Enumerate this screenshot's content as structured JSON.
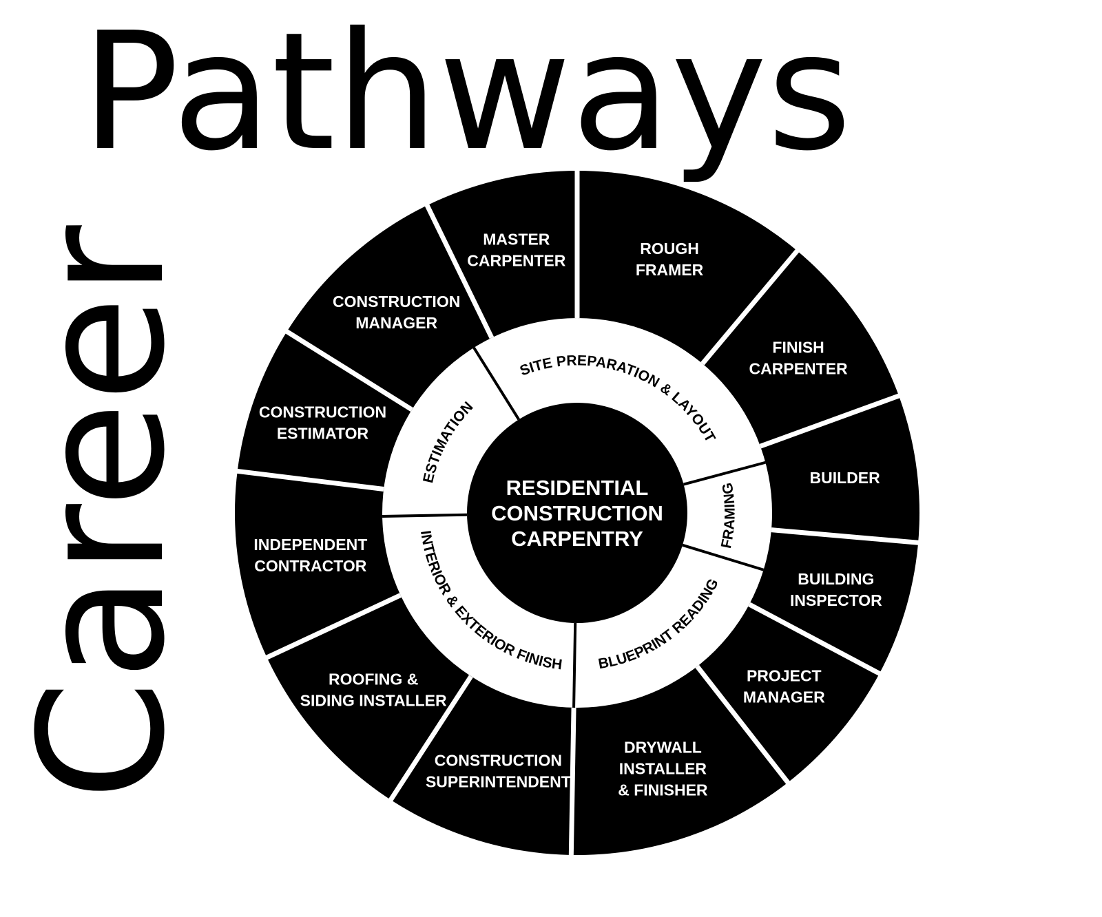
{
  "title": {
    "vertical": "Career",
    "horizontal": "Pathways"
  },
  "colors": {
    "background": "#ffffff",
    "ink": "#000000"
  },
  "center": {
    "lines": [
      "RESIDENTIAL",
      "CONSTRUCTION",
      "CARPENTRY"
    ]
  },
  "skills": [
    {
      "label": "SITE PREPARATION & LAYOUT"
    },
    {
      "label": "FRAMING"
    },
    {
      "label": "BLUEPRINT READING"
    },
    {
      "label": "INTERIOR & EXTERIOR FINISH"
    },
    {
      "label": "ESTIMATION"
    }
  ],
  "careers": [
    {
      "lines": [
        "ROUGH",
        "FRAMER"
      ]
    },
    {
      "lines": [
        "FINISH",
        "CARPENTER"
      ]
    },
    {
      "lines": [
        "BUILDER"
      ]
    },
    {
      "lines": [
        "BUILDING",
        "INSPECTOR"
      ]
    },
    {
      "lines": [
        "PROJECT",
        "MANAGER"
      ]
    },
    {
      "lines": [
        "DRYWALL",
        "INSTALLER",
        "& FINISHER"
      ]
    },
    {
      "lines": [
        "CONSTRUCTION",
        "SUPERINTENDENT"
      ]
    },
    {
      "lines": [
        "ROOFING &",
        "SIDING INSTALLER"
      ]
    },
    {
      "lines": [
        "INDEPENDENT",
        "CONTRACTOR"
      ]
    },
    {
      "lines": [
        "CONSTRUCTION",
        "ESTIMATOR"
      ]
    },
    {
      "lines": [
        "CONSTRUCTION",
        "MANAGER"
      ]
    },
    {
      "lines": [
        "MASTER",
        "CARPENTER"
      ]
    }
  ]
}
